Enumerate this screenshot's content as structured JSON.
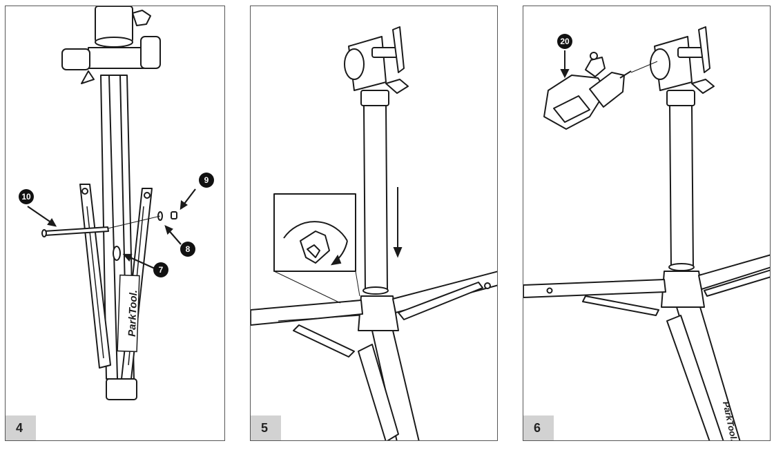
{
  "panels": [
    {
      "step": "4",
      "callouts": [
        "10",
        "9",
        "8",
        "7"
      ],
      "logo_text": "ParkTool."
    },
    {
      "step": "5"
    },
    {
      "step": "6",
      "callouts": [
        "20"
      ],
      "logo_text": "ParkTool."
    }
  ],
  "colors": {
    "line": "#1a1a1a",
    "step_box": "#d2d2d2",
    "callout_bg": "#111111"
  }
}
